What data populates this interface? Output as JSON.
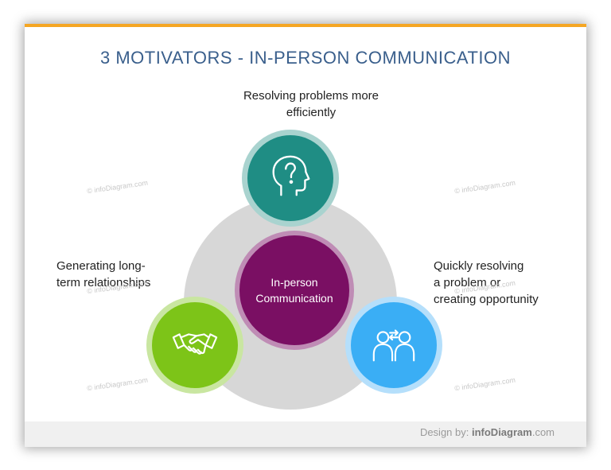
{
  "slide": {
    "title": "3 MOTIVATORS - IN-PERSON COMMUNICATION",
    "accent_color": "#f5a623",
    "center": {
      "line1": "In-person",
      "line2": "Communication",
      "color": "#7a0f63"
    },
    "nodes": [
      {
        "icon": "head-question-icon",
        "color": "#1f8d84",
        "label_line1": "Resolving problems more",
        "label_line2": "efficiently"
      },
      {
        "icon": "handshake-icon",
        "color": "#7dc418",
        "label_line1": "Generating long-",
        "label_line2": "term relationships"
      },
      {
        "icon": "two-people-exchange-icon",
        "color": "#3aaef5",
        "label_line1": "Quickly resolving",
        "label_line2": "a problem or",
        "label_line3": "creating opportunity"
      }
    ],
    "watermark": "© infoDiagram.com",
    "footer": {
      "prefix": "Design by: ",
      "brand": "infoDiagram",
      "suffix": ".com"
    }
  }
}
